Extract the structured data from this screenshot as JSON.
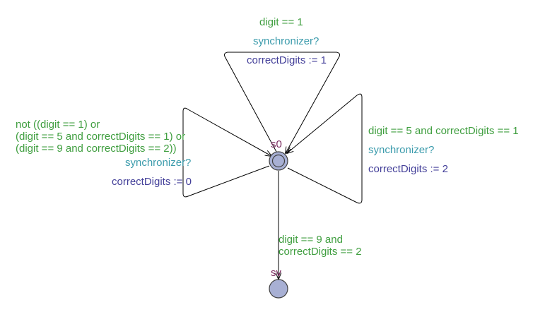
{
  "colors": {
    "guard": "#3f9e3f",
    "sync": "#3b9bac",
    "assign": "#433f99",
    "location_fill": "#a8b0d4",
    "location_name": "#7a2a5e",
    "edge": "#000000"
  },
  "locations": [
    {
      "id": "s0",
      "name": "s0",
      "initial": true
    },
    {
      "id": "sv",
      "name": "sv",
      "initial": false
    }
  ],
  "edges": {
    "top": {
      "guard": "digit == 1",
      "sync": "synchronizer?",
      "assign": "correctDigits := 1"
    },
    "right": {
      "guard": "digit == 5 and correctDigits == 1",
      "sync": "synchronizer?",
      "assign": "correctDigits := 2"
    },
    "left": {
      "guard_lines": [
        "not ((digit == 1) or",
        "(digit == 5 and correctDigits == 1) or",
        "(digit == 9 and correctDigits == 2))"
      ],
      "sync": "synchronizer?",
      "assign": "correctDigits := 0"
    },
    "down": {
      "guard_lines": [
        "digit == 9 and",
        "correctDigits == 2"
      ]
    }
  }
}
